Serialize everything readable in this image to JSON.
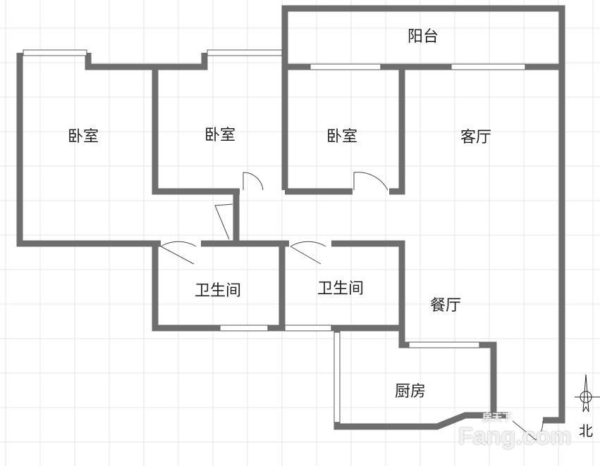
{
  "rooms": {
    "balcony": "阳台",
    "bedroom1": "卧室",
    "bedroom2": "卧室",
    "bedroom3": "卧室",
    "living_room": "客厅",
    "bathroom1": "卫生间",
    "bathroom2": "卫生间",
    "dining_room": "餐厅",
    "kitchen": "厨房"
  },
  "compass": {
    "north_label": "北"
  },
  "watermark": {
    "brand_cn": "房天下",
    "brand_en": "Fang.com"
  },
  "colors": {
    "wall": "#6e6e6e",
    "grid": "#e2e2e2"
  }
}
